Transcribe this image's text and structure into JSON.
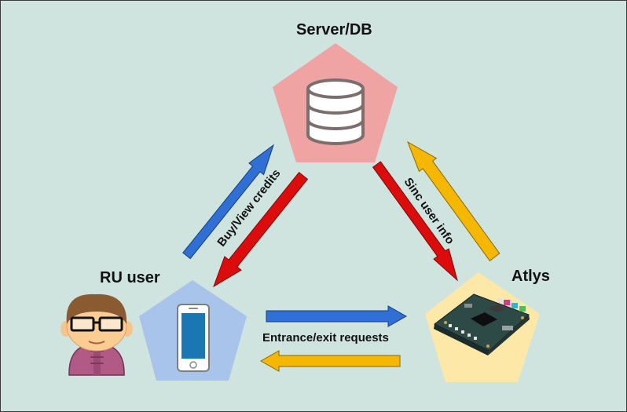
{
  "nodes": {
    "server": {
      "title": "Server/DB",
      "icon": "database-icon",
      "color": "#f0a3a3"
    },
    "ru_user": {
      "title": "RU user",
      "icon": "smartphone-icon",
      "color": "#a8c4ea"
    },
    "atlys": {
      "title": "Atlys",
      "icon": "fpga-board-icon",
      "color": "#fde8a8"
    }
  },
  "edges": {
    "user_server": {
      "label": "Buy/View credits"
    },
    "server_atlys": {
      "label": "Sinc user info"
    },
    "user_atlys": {
      "label": "Entrance/exit requests"
    }
  },
  "colors": {
    "background": "#cfe3df",
    "arrow_blue": "#2f6fd6",
    "arrow_red": "#dd0c0c",
    "arrow_yellow": "#f5b700"
  }
}
